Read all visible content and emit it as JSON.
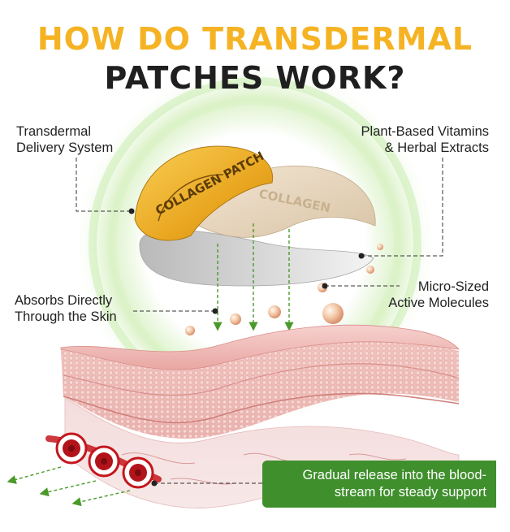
{
  "title": {
    "line1": "HOW DO TRANSDERMAL",
    "line2": "PATCHES WORK?"
  },
  "labels": {
    "transdermal": {
      "line1": "Transdermal",
      "line2": "Delivery System"
    },
    "plant_based": {
      "line1": "Plant-Based Vitamins",
      "line2": "& Herbal Extracts"
    },
    "absorbs": {
      "line1": "Absorbs Directly",
      "line2": "Through the Skin"
    },
    "micro_sized": {
      "line1": "Micro-Sized",
      "line2": "Active Molecules"
    },
    "gradual": {
      "line1": "Gradual release into the blood-",
      "line2": "stream for steady support"
    }
  },
  "patch": {
    "front_text": "COLLAGEN PATCH",
    "back_text": "COLLAGEN"
  },
  "colors": {
    "title_accent": "#f5b324",
    "title_dark": "#1f1f1f",
    "callout_green": "#3f8f2d",
    "arrow_green": "#4a9a2a",
    "glow_green": "#bfe6a0",
    "skin_pink": "#e9a7a2",
    "blood_red": "#c4161c"
  }
}
